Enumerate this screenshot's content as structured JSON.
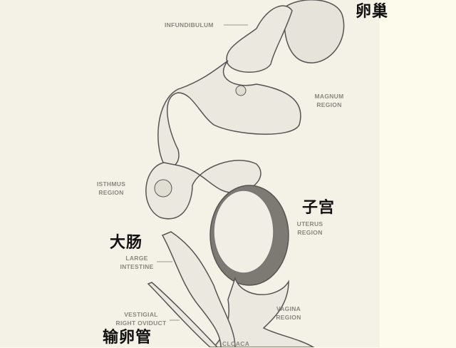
{
  "labels": {
    "infundibulum": "Infundibulum",
    "magnum": [
      "Magnum",
      "Region"
    ],
    "isthmus": [
      "Isthmus",
      "Region"
    ],
    "uterus": [
      "Uterus",
      "Region"
    ],
    "large_intestine": [
      "Large",
      "Intestine"
    ],
    "vestigial": [
      "Vestigial",
      "Right Oviduct"
    ],
    "vagina": [
      "Vagina",
      "Region"
    ],
    "cloaca": "Cloaca"
  },
  "chinese_labels": {
    "ovary": "卵巢",
    "uterus": "子宫",
    "large_intestine": "大肠",
    "oviduct": "输卵管"
  },
  "colors": {
    "paper": "#f4f1e6",
    "margin": "#fdfbeb",
    "label": "#8a8780",
    "stroke": "#555"
  }
}
